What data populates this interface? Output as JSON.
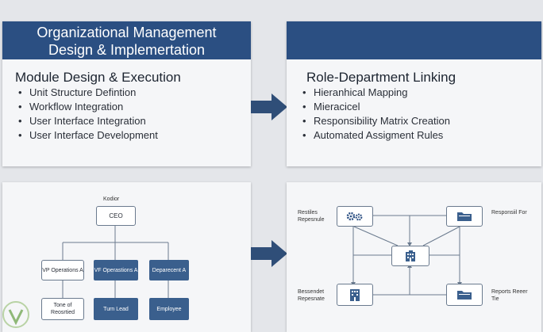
{
  "top_left": {
    "banner_line1": "Organizational Management",
    "banner_line2": "Design & Implemertation",
    "title": "Module Design & Execution",
    "bullets": [
      "Unit Structure Defintion",
      "Workflow Integration",
      "User Interface Integration",
      "User Interface Development"
    ]
  },
  "top_right": {
    "title": "Role-Department Linking",
    "bullets": [
      "Hieranhical Mapping",
      "Mieracicel",
      "Responsibility Matrix Creation",
      "Automated Assigment Rules"
    ]
  },
  "org_chart": {
    "top_caption": "Kodior",
    "ceo": "CEO",
    "vp": "VP Operations A",
    "vp_ops": "VF Operastions A",
    "department": "Deparecent A",
    "team": "Tone of Reosrtied",
    "team_lead": "Turn Lead",
    "employee": "Employee"
  },
  "linking_diagram": {
    "tl_label": "Restiles Repesnule",
    "tr_label": "Responsiil For",
    "bl_label": "Bessendet Repesnate",
    "br_label": "Reports Reeer Tie"
  },
  "colors": {
    "banner": "#2b4f82",
    "node_dark": "#3a5f8d",
    "arrow": "#2f4e78"
  },
  "icons": [
    "gears-icon",
    "folder-icon",
    "building-icon",
    "folder-icon",
    "building-icon",
    "right-arrow-icon"
  ]
}
